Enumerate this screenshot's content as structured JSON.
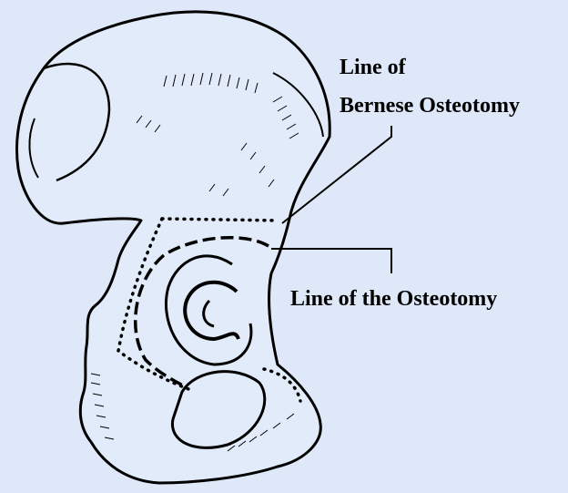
{
  "diagram": {
    "background_color": "#dfe8f8",
    "line_color": "#000000",
    "labels": {
      "bernese_line_1": "Line of",
      "bernese_line_2": "Bernese Osteotomy",
      "osteotomy": "Line of the Osteotomy"
    }
  }
}
